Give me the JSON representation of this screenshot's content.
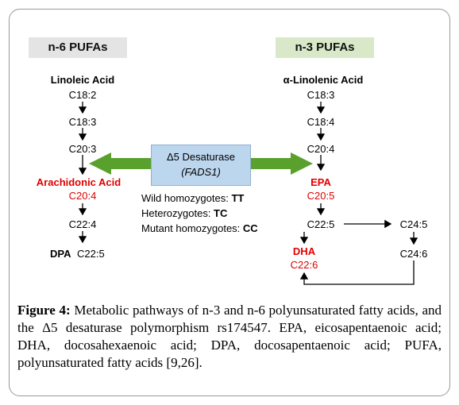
{
  "headers": {
    "n6": "n-6 PUFAs",
    "n3": "n-3 PUFAs"
  },
  "n6": {
    "title": "Linoleic Acid",
    "steps": [
      "C18:2",
      "C18:3",
      "C20:3"
    ],
    "arachidonic_label": "Arachidonic Acid",
    "arachidonic_formula": "C20:4",
    "c22": "C22:4",
    "dpa_label": "DPA",
    "dpa_formula": "C22:5"
  },
  "n3": {
    "title": "α-Linolenic Acid",
    "steps": [
      "C18:3",
      "C18:4",
      "C20:4"
    ],
    "epa_label": "EPA",
    "epa_formula": "C20:5",
    "c22": "C22:5",
    "c24a": "C24:5",
    "c24b": "C24:6",
    "dha_label": "DHA",
    "dha_formula": "C22:6"
  },
  "desaturase": {
    "title": "Δ5 Desaturase",
    "gene": "(FADS1)"
  },
  "genotypes": [
    {
      "label": "Wild homozygotes: ",
      "value": "TT"
    },
    {
      "label": "Heterozygotes: ",
      "value": "TC"
    },
    {
      "label": "Mutant homozygotes: ",
      "value": "CC"
    }
  ],
  "caption": {
    "label": "Figure 4:",
    "text": " Metabolic pathways of n-3 and n-6 polyunsaturated fatty acids, and the Δ5 desaturase polymorphism rs174547. EPA, eicosapentaenoic acid; DHA, docosahexaenoic acid; DPA, docosapentaenoic acid; PUFA, polyunsaturated fatty acids [9,26]."
  },
  "colors": {
    "arrow_green": "#5aa02c",
    "highlight_red": "#e00000",
    "box_blue": "#bcd6ee"
  }
}
